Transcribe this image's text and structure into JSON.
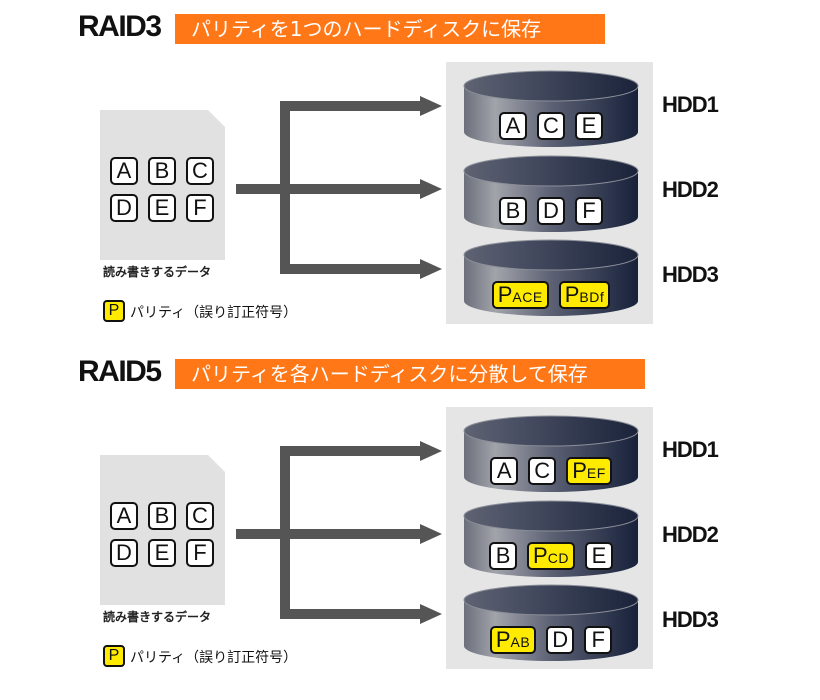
{
  "sections": [
    {
      "title": "RAID3",
      "subtitle": "パリティを1つのハードディスクに保存",
      "doc_letters": [
        "A",
        "B",
        "C",
        "D",
        "E",
        "F"
      ],
      "doc_caption": "読み書きするデータ",
      "legend_badge": "P",
      "legend_text": "パリティ（誤り訂正符号）",
      "disks": [
        {
          "label": "HDD1",
          "blocks": [
            {
              "main": "A",
              "sub": ""
            },
            {
              "main": "C",
              "sub": ""
            },
            {
              "main": "E",
              "sub": ""
            }
          ]
        },
        {
          "label": "HDD2",
          "blocks": [
            {
              "main": "B",
              "sub": ""
            },
            {
              "main": "D",
              "sub": ""
            },
            {
              "main": "F",
              "sub": ""
            }
          ]
        },
        {
          "label": "HDD3",
          "blocks": [
            {
              "main": "P",
              "sub": "ACE",
              "parity": true
            },
            {
              "main": "P",
              "sub": "BDf",
              "parity": true
            }
          ]
        }
      ]
    },
    {
      "title": "RAID5",
      "subtitle": "パリティを各ハードディスクに分散して保存",
      "doc_letters": [
        "A",
        "B",
        "C",
        "D",
        "E",
        "F"
      ],
      "doc_caption": "読み書きするデータ",
      "legend_badge": "P",
      "legend_text": "パリティ（誤り訂正符号）",
      "disks": [
        {
          "label": "HDD1",
          "blocks": [
            {
              "main": "A",
              "sub": ""
            },
            {
              "main": "C",
              "sub": ""
            },
            {
              "main": "P",
              "sub": "EF",
              "parity": true
            }
          ]
        },
        {
          "label": "HDD2",
          "blocks": [
            {
              "main": "B",
              "sub": ""
            },
            {
              "main": "P",
              "sub": "CD",
              "parity": true
            },
            {
              "main": "E",
              "sub": ""
            }
          ]
        },
        {
          "label": "HDD3",
          "blocks": [
            {
              "main": "P",
              "sub": "AB",
              "parity": true
            },
            {
              "main": "D",
              "sub": ""
            },
            {
              "main": "F",
              "sub": ""
            }
          ]
        }
      ]
    }
  ],
  "colors": {
    "accent": "#ff7716",
    "parity": "#ffeb00",
    "arrow": "#555555",
    "disk_dark": "#17213a",
    "disk_light": "#a2a4ab",
    "panel": "#e5e5e5"
  }
}
